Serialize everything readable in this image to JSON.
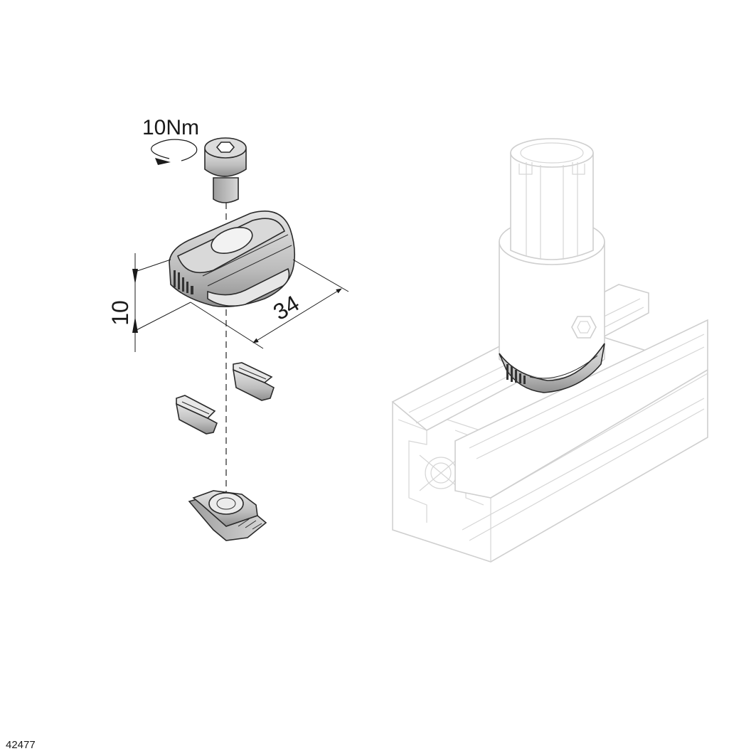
{
  "labels": {
    "torque": "10Nm",
    "height_dim": "10",
    "length_dim": "34",
    "ref_number": "42477"
  },
  "colors": {
    "part_fill": "#c9c9c9",
    "part_dark": "#8a8a8a",
    "outline": "#2a2a2a",
    "ghost": "#cfcfcf"
  }
}
